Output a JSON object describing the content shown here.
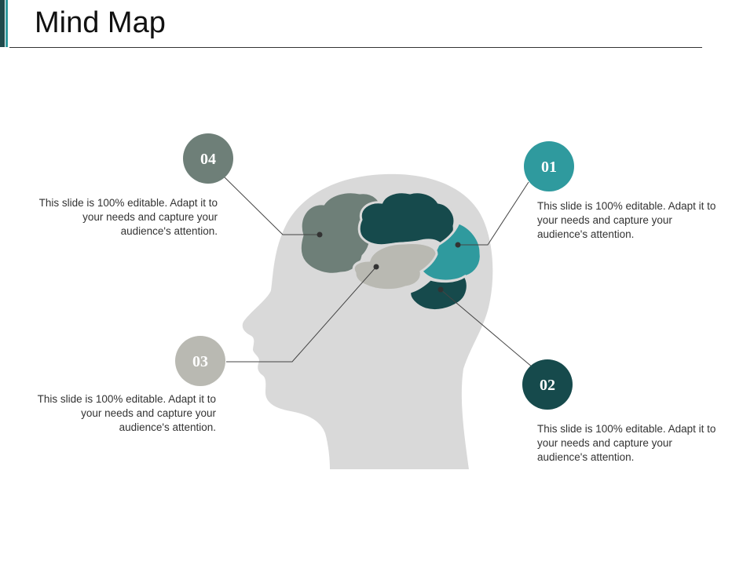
{
  "slide": {
    "title": "Mind Map"
  },
  "colors": {
    "accent_dark": "#1f4a4c",
    "accent_teal": "#2f9a9e",
    "gray_green": "#6e7f78",
    "light_gray": "#b9b9b2",
    "head": "#d9d9d9",
    "dark_teal": "#164a4c"
  },
  "items": [
    {
      "number": "01",
      "text": "This slide is 100% editable. Adapt it to your needs and capture your audience's attention."
    },
    {
      "number": "02",
      "text": "This slide is 100% editable. Adapt it to your needs and capture your audience's attention."
    },
    {
      "number": "03",
      "text": "This slide is 100% editable. Adapt it to your needs and capture your audience's attention."
    },
    {
      "number": "04",
      "text": "This slide is 100% editable. Adapt it to your needs and capture your audience's attention."
    }
  ]
}
